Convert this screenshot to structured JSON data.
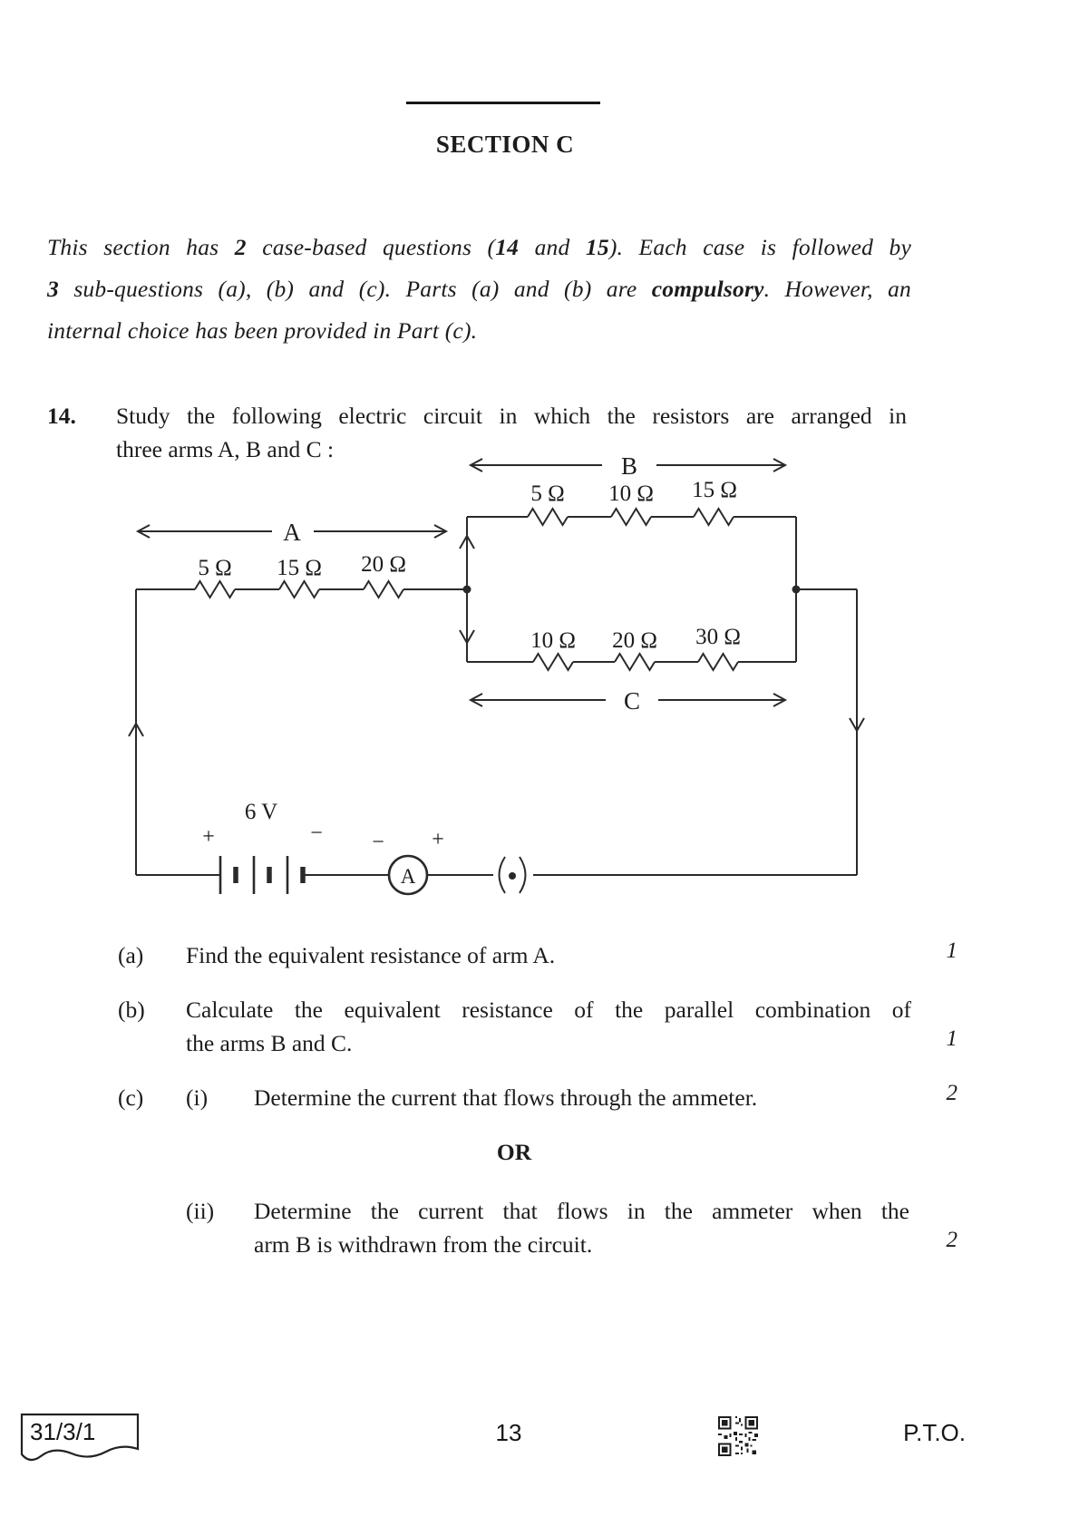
{
  "colors": {
    "ink": "#1c1c1c",
    "paper": "#ffffff"
  },
  "header": {
    "section_title": "SECTION C"
  },
  "intro": {
    "l1": [
      "This section has ",
      "2",
      " case-based questions (",
      "14",
      " and ",
      "15",
      "). Each case is followed by"
    ],
    "l2": [
      "3",
      " sub-questions (a), (b) and (c). Parts (a) and (b) are ",
      "compulsory",
      ". However, an"
    ],
    "l3": [
      "internal choice has been provided in Part (c)."
    ]
  },
  "q14": {
    "number": "14.",
    "line1": "Study the following electric circuit in which the resistors are arranged in",
    "line2": "three arms A, B and C :"
  },
  "circuit": {
    "arm_a": {
      "label": "A",
      "resistors": [
        "5 Ω",
        "15 Ω",
        "20 Ω"
      ]
    },
    "arm_b": {
      "label": "B",
      "resistors": [
        "5 Ω",
        "10 Ω",
        "15 Ω"
      ]
    },
    "arm_c": {
      "label": "C",
      "resistors": [
        "10 Ω",
        "20 Ω",
        "30 Ω"
      ]
    },
    "battery": {
      "voltage": "6 V",
      "plus": "+",
      "minus": "−"
    },
    "ammeter": {
      "label": "A",
      "minus": "−",
      "plus": "+"
    }
  },
  "questions": {
    "a": {
      "label": "(a)",
      "text": "Find the equivalent resistance of arm A.",
      "marks": "1"
    },
    "b": {
      "label": "(b)",
      "line1": "Calculate the equivalent resistance of the parallel combination of",
      "line2": "the arms B and C.",
      "marks": "1"
    },
    "c": {
      "label": "(c)",
      "i": {
        "label": "(i)",
        "text": "Determine the current that flows through the ammeter.",
        "marks": "2"
      },
      "or_label": "OR",
      "ii": {
        "label": "(ii)",
        "line1": "Determine the current that flows in the ammeter when the",
        "line2": "arm B is withdrawn from the circuit.",
        "marks": "2"
      }
    }
  },
  "footer": {
    "paper_code": "31/3/1",
    "page_number": "13",
    "pto": "P.T.O."
  }
}
